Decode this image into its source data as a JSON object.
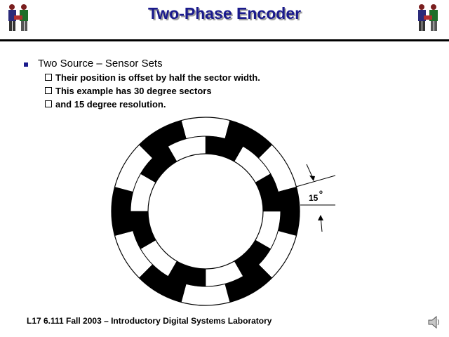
{
  "slide": {
    "title": "Two-Phase Encoder",
    "bullet": "Two Source – Sensor Sets",
    "subbullets": [
      "Their position is offset by half the sector width.",
      "This example has 30 degree sectors",
      "and 15 degree resolution."
    ],
    "footer": "L17  6.111  Fall 2003 – Introductory Digital Systems Laboratory"
  },
  "diagram": {
    "angle_label": "15",
    "degree_mark": "o"
  },
  "colors": {
    "title": "#1a1a8c",
    "bullet": "#1a1a8c",
    "sector_dark": "#000000",
    "sector_light": "#ffffff"
  },
  "icons": [
    "logo-figures-icon",
    "speaker-icon"
  ]
}
